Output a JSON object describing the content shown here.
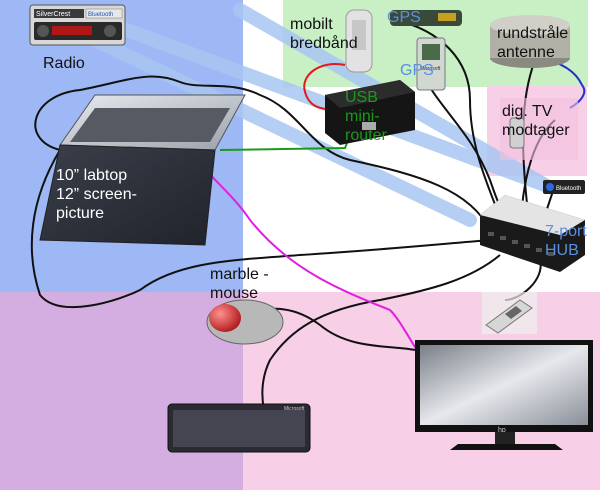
{
  "labels": {
    "radio": "Radio",
    "laptop": "10” labtop\n12” screen-\npicture",
    "mobile_broadband": "mobilt\nbredbånd",
    "gps_top": "GPS",
    "gps_mid": "GPS",
    "antenna": "rundstråle\nantenne",
    "router": "USB\nmini-\nrouter",
    "tv_receiver": "dig. TV\nmodtager",
    "hub": "7-port\nHUB",
    "mouse": "marble -\nmouse"
  },
  "device_text": {
    "radio_brand": "SilverCrest",
    "radio_bluetooth": "Bluetooth",
    "bluetooth_dongle": "Bluetooth",
    "gps_brand": "Microsoft",
    "keyboard_brand": "Microsoft",
    "monitor_brand": "hp"
  },
  "colors": {
    "zone_blue": "#9db8f5",
    "zone_green": "#c8f0c4",
    "zone_pink": "#f7cfe6",
    "zone_purple": "#d9b5e6",
    "cable_black": "#111111",
    "cable_red": "#e01a1a",
    "cable_green": "#1a9a1a",
    "cable_magenta": "#e020e0",
    "cable_blue": "#2030d0",
    "bluetooth_beam": "#a9c6f2"
  },
  "icons": {
    "radio": "car-radio-icon",
    "laptop": "laptop-icon",
    "mobile_broadband": "usb-modem-icon",
    "gps": "gps-receiver-icon",
    "antenna": "omni-antenna-icon",
    "router": "usb-router-icon",
    "tv_receiver": "tv-tuner-icon",
    "bluetooth": "bluetooth-dongle-icon",
    "hub": "usb-hub-icon",
    "mouse": "trackball-mouse-icon",
    "remote": "remote-control-icon",
    "monitor": "monitor-icon",
    "keyboard": "keyboard-icon"
  }
}
